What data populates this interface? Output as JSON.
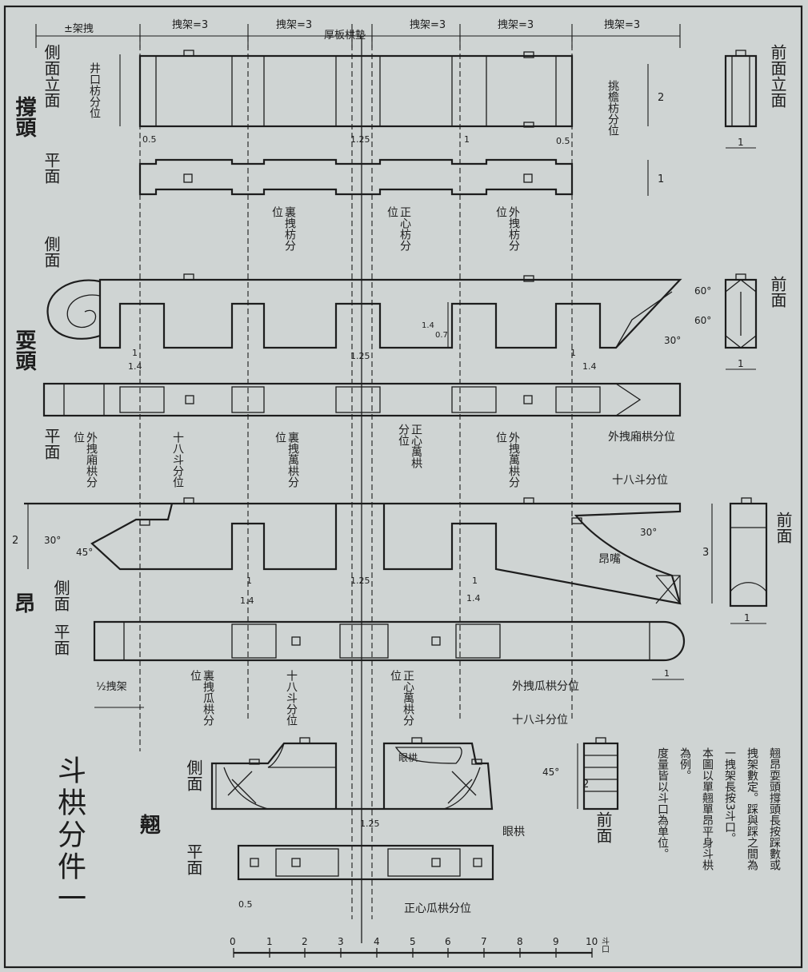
{
  "title": "斗栱分件一",
  "top_dims": {
    "d0": "±架拽",
    "d1": "拽架=3",
    "d2": "拽架=3",
    "d3": "厚板栱墊",
    "d4": "拽架=3",
    "d5": "拽架=3",
    "d6": "拽架=3"
  },
  "sections": {
    "chengtou": "撐頭",
    "shuatou": "耍頭",
    "ang": "昂",
    "qiao": "翹"
  },
  "views": {
    "side_elev": "側面立面",
    "plan": "平面",
    "side": "側面",
    "front_elev": "前面立面",
    "front": "前面"
  },
  "labels": {
    "jingkou": "井口枋分位",
    "tiaoyan": "挑檐枋分位",
    "li_zhuai_fang": "裏拽枋分位",
    "zhengxin_fang": "正心枋分位",
    "wai_zhuai_fang": "外拽枋分位",
    "wai_zhuai_xiang_qi": "外拽廂栱分位",
    "shiba_dou": "十八斗分位",
    "li_zhuai_wan_qi": "裏拽萬栱分位",
    "zhengxin_wan": "正心萬栱分位",
    "wai_zhuai_wan": "外拽萬栱分位",
    "wai_zhuai_xiang_r": "外拽廂栱分位",
    "shiba_dou_r": "十八斗分位",
    "li_zhuai_gua": "裏拽瓜栱分位",
    "zhengxin_wan2": "正心萬栱分位",
    "wai_zhuai_gua": "外拽瓜栱分位",
    "ang_zui": "昂嘴",
    "half_zhuai": "½拽架",
    "yan_qi": "眼栱",
    "zhengxin_gua": "正心瓜栱分位"
  },
  "dims": {
    "half": "0.5",
    "one": "1",
    "one25": "1.25",
    "one4": "1.4",
    "two": "2",
    "three": "3",
    "zero7": "0.7",
    "a60": "60°",
    "a30": "30°",
    "a45": "45°"
  },
  "note": {
    "l1": "翹昂耍頭撐頭長按踩數或",
    "l2": "拽架數定。踩與踩之間為",
    "l3": "一拽架長按3斗口。",
    "l4": "本圖以單翹單昂平身斗栱",
    "l5": "為例。",
    "l6": "度量皆以斗口為单位。"
  },
  "scale": {
    "ticks": [
      "0",
      "1",
      "2",
      "3",
      "4",
      "5",
      "6",
      "7",
      "8",
      "9",
      "10"
    ],
    "unit": "斗口"
  }
}
